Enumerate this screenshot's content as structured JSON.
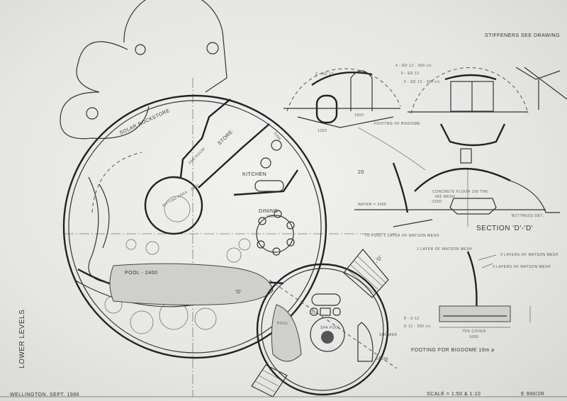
{
  "sheet": {
    "title_vertical": "LOWER LEVELS",
    "place_date": "WELLINGTON, SEPT. 1986",
    "scale": "SCALE = 1:50 & 1:10",
    "drawing_number": "E 990/2R"
  },
  "plan": {
    "solar_rockstore": "SOLAR ROCKSTORE",
    "store": "STORE",
    "fan_room": "FAN ROOM",
    "kitchen": "KITCHEN",
    "sink": "SINK",
    "dining": "DINING",
    "dining_level": "- 2600",
    "sitting_area": "SITTING AREA - 2250",
    "pool_main": "POOL - 2400",
    "pool_small": "POOL",
    "spa_pool": "SPA POOL",
    "shower": "SHOWER",
    "basin": "BASIN",
    "level_2250": "- 2250",
    "section_marker": "'D'",
    "section_marker_2": "-'D'"
  },
  "sections": {
    "bar_1": "2 - ED 12",
    "bar_2": "4 - ED 12 - 300 c/c",
    "bar_3": "5 - ED 12",
    "bar_4": "5 - ED 12 - 300 c/c",
    "footing_of_bigdome": "FOOTING OF BIGDOME",
    "stiffeners": "STIFFENERS SEE DRAWING",
    "dim_1": "1500",
    "dim_2": "1200",
    "section_title": "SECTION 'D'-'D'",
    "water_level": "WATER = 2400",
    "level_20": "20",
    "concrete_floor": "CONCRETE FLOOR 100 THK",
    "concrete_mesh": "665 MESH",
    "floor_level": "- 2250",
    "to_pool": "TO POOL  1 LAYER OF WATSON MESH",
    "buttress": "BUTTRESS DET."
  },
  "footing_detail": {
    "layer_1": "1 LAYER OF WATSON MESH",
    "layer_2": "2 LAYERS OF WATSON MESH",
    "layer_3": "3 LAYERS OF WATSON MESH",
    "bar_a": "8 - D 12",
    "bar_b": "D 12 - 250 c/c",
    "cover": "75% COVER",
    "width": "1000",
    "title": "FOOTING FOR BIGDOME   18m ⌀"
  }
}
